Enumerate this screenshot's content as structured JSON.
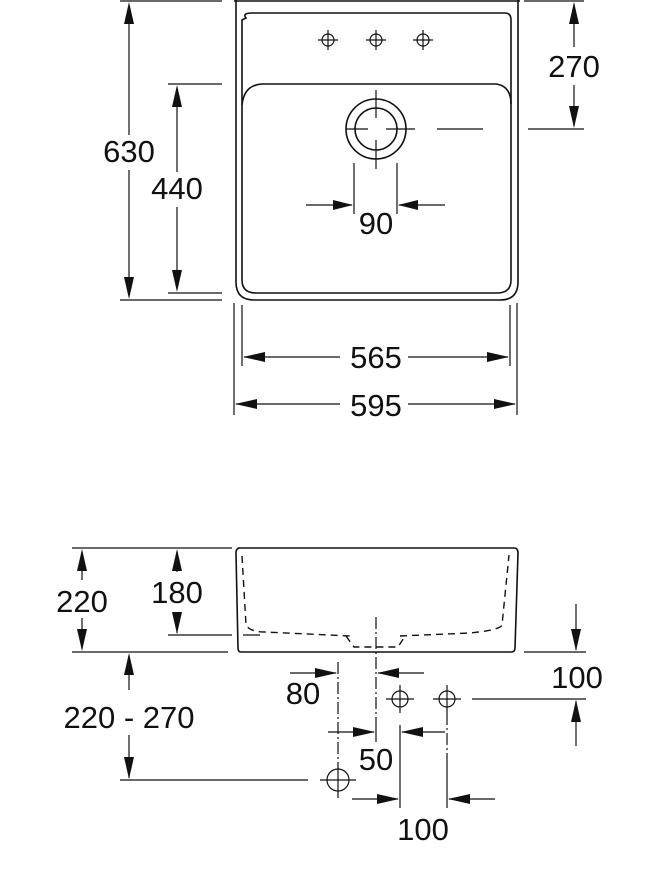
{
  "drawing": {
    "subject": "Washbasin technical drawing",
    "colors": {
      "line": "#111111",
      "background": "#ffffff"
    },
    "top_view": {
      "dimensions": {
        "total_depth": "630",
        "bowl_depth": "440",
        "tap_to_waste_offset": "270",
        "waste_diameter": "90",
        "inner_width": "565",
        "total_width": "595"
      },
      "tap_holes": [
        "tap-hole-left",
        "tap-hole-center",
        "tap-hole-right"
      ]
    },
    "side_view": {
      "dimensions": {
        "total_height": "220",
        "bowl_height": "180",
        "mounting_height": "220 - 270",
        "tap_hole_offset_a": "80",
        "tap_hole_offset_b": "50",
        "tap_hole_spacing": "100",
        "tap_hole_drop": "100"
      }
    }
  }
}
